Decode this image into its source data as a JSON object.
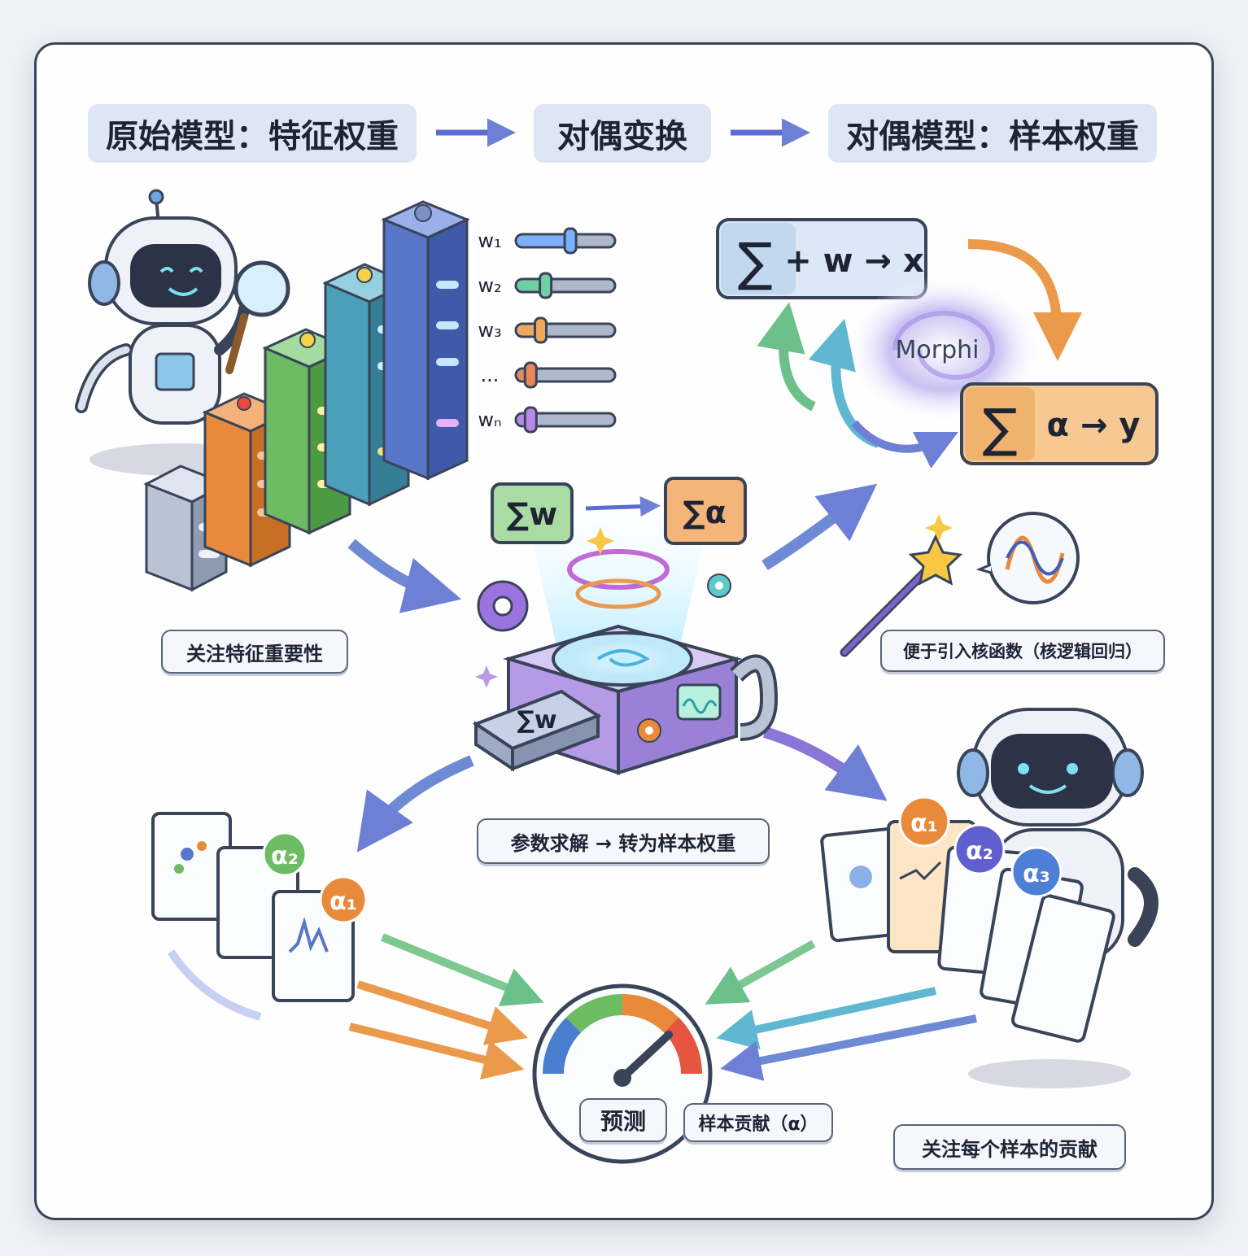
{
  "header": {
    "step1": "原始模型：特征权重",
    "step2": "对偶变换",
    "step3": "对偶模型：样本权重"
  },
  "weights": {
    "labels": [
      "w₁",
      "w₂",
      "w₃",
      "...",
      "wₙ"
    ],
    "levels": [
      0.55,
      0.3,
      0.25,
      0.15,
      0.15
    ]
  },
  "formulas": {
    "primal_symbol": "∑",
    "primal_rest": "+ w → x",
    "dual_symbol": "∑",
    "dual_rest": "α → y",
    "swirl_label": "Morphi",
    "machine_in_w": "∑w",
    "machine_in_alpha": "∑α",
    "slot_card": "∑w"
  },
  "alpha_badges": {
    "left": [
      "α₂",
      "α₁"
    ],
    "right": [
      "α₁",
      "α₂",
      "α₃"
    ]
  },
  "labels": {
    "feature_focus": "关注特征重要性",
    "kernel": "便于引入核函数（核逻辑回归）",
    "solve": "参数求解 → 转为样本权重",
    "predict": "预测",
    "contribution": "样本贡献（α）",
    "sample_focus": "关注每个样本的贡献"
  },
  "colors": {
    "gray": "#9aa6ba",
    "orange": "#e98a3a",
    "green": "#6dbb63",
    "teal": "#4aa0b8",
    "blue": "#5877c8",
    "purple": "#8d6ad6",
    "arrow": "#7a8de0"
  }
}
